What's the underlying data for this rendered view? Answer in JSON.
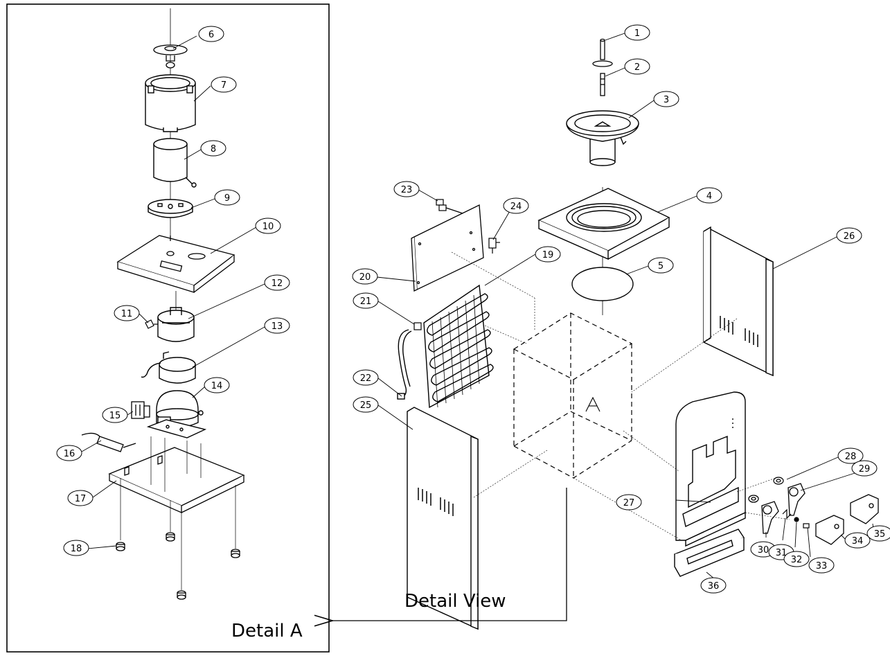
{
  "detail_box": {
    "label": "Detail A"
  },
  "view_arrow": {
    "label": "Detail View"
  },
  "section_marker": {
    "label": "A"
  },
  "callouts": [
    "1",
    "2",
    "3",
    "4",
    "5",
    "6",
    "7",
    "8",
    "9",
    "10",
    "11",
    "12",
    "13",
    "14",
    "15",
    "16",
    "17",
    "18",
    "19",
    "20",
    "21",
    "22",
    "23",
    "24",
    "25",
    "26",
    "27",
    "28",
    "29",
    "30",
    "31",
    "32",
    "33",
    "34",
    "35",
    "36"
  ]
}
